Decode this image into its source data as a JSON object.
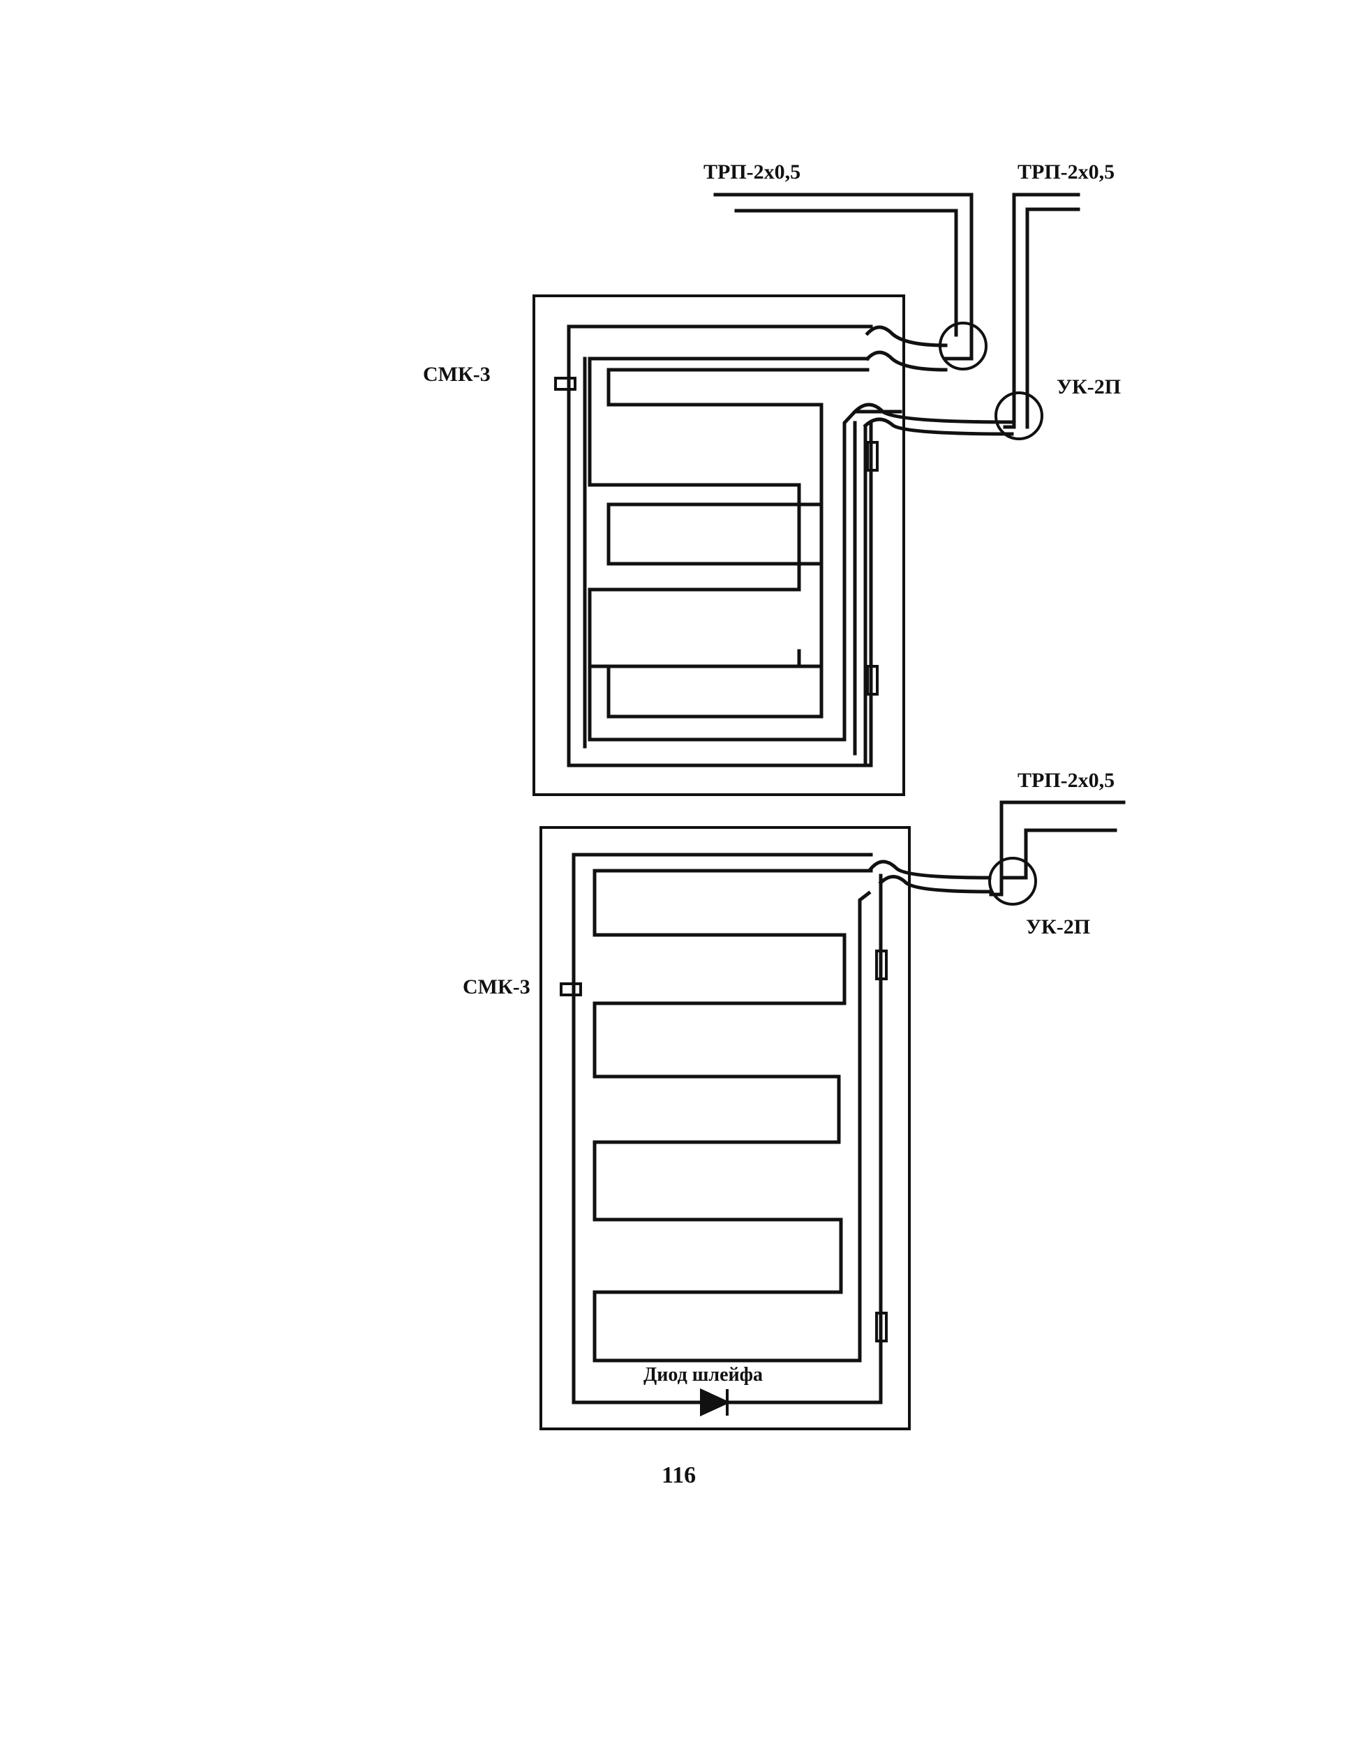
{
  "labels": {
    "cable_top_left": "ТРП-2х0,5",
    "cable_top_right": "ТРП-2х0,5",
    "cable_bottom": "ТРП-2х0,5",
    "smk_top": "СМК-3",
    "smk_bottom": "СМК-3",
    "uk_top": "УК-2П",
    "uk_bottom": "УК-2П",
    "diode": "Диод шлейфа",
    "page_number": "116"
  },
  "colors": {
    "line": "#111111",
    "background": "#ffffff"
  }
}
